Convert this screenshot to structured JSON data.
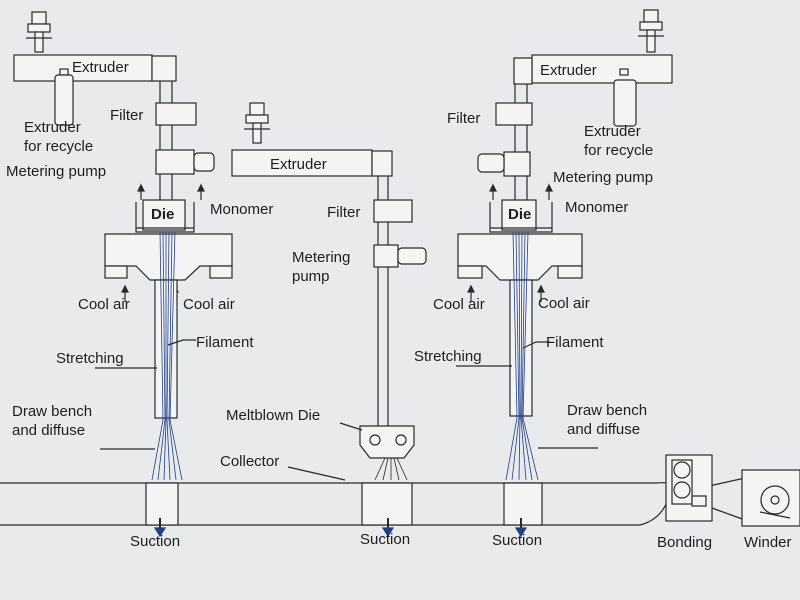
{
  "labels": {
    "left_extruder": "Extruder",
    "left_recycle": "Extruder\nfor recycle",
    "left_filter": "Filter",
    "left_metering": "Metering pump",
    "left_die": "Die",
    "left_monomer": "Monomer",
    "left_cool_air_a": "Cool air",
    "left_cool_air_b": "Cool air",
    "left_filament": "Filament",
    "left_stretching": "Stretching",
    "left_draw_bench": "Draw bench\nand diffuse",
    "left_suction": "Suction",
    "mid_extruder": "Extruder",
    "mid_filter": "Filter",
    "mid_metering": "Metering\npump",
    "mid_meltblown": "Meltblown Die",
    "collector": "Collector",
    "mid_suction": "Suction",
    "right_extruder": "Extruder",
    "right_filter": "Filter",
    "right_recycle": "Extruder\nfor recycle",
    "right_metering": "Metering pump",
    "right_die": "Die",
    "right_monomer": "Monomer",
    "right_cool_air_a": "Cool air",
    "right_cool_air_b": "Cool air",
    "right_stretching": "Stretching",
    "right_filament": "Filament",
    "right_draw_bench": "Draw bench\nand diffuse",
    "right_suction": "Suction",
    "bonding": "Bonding",
    "winder": "Winder"
  },
  "colors": {
    "background": "#e9eaec",
    "line": "#2a2a2a",
    "equipment_fill": "#f4f4f4",
    "filament_blue": "#1f3f8a"
  }
}
